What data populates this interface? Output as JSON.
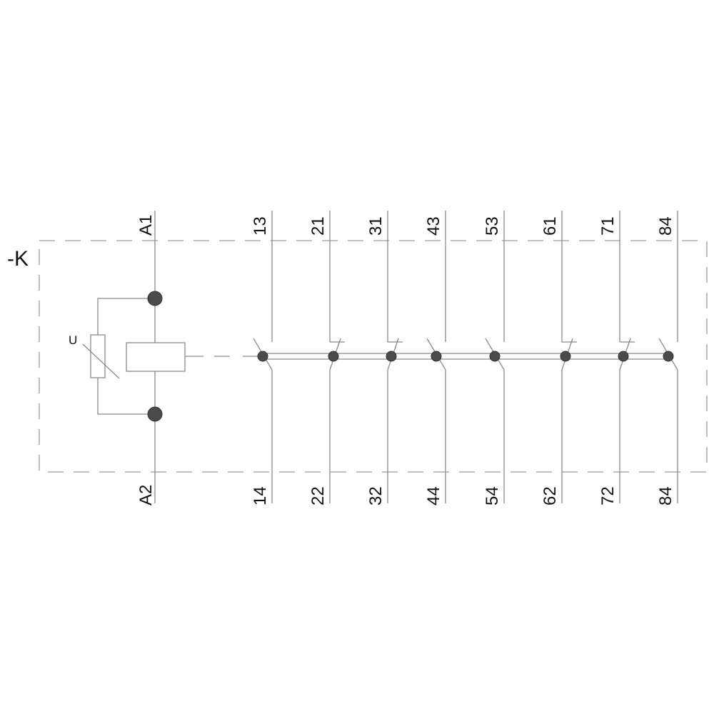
{
  "device_label": "-K",
  "coil": {
    "top_terminal": "A1",
    "bottom_terminal": "A2",
    "varistor_label": "U"
  },
  "contacts": [
    {
      "top": "13",
      "bottom": "14",
      "type": "NO"
    },
    {
      "top": "21",
      "bottom": "22",
      "type": "NC"
    },
    {
      "top": "31",
      "bottom": "32",
      "type": "NC"
    },
    {
      "top": "43",
      "bottom": "44",
      "type": "NO"
    },
    {
      "top": "53",
      "bottom": "54",
      "type": "NO"
    },
    {
      "top": "61",
      "bottom": "62",
      "type": "NC"
    },
    {
      "top": "71",
      "bottom": "72",
      "type": "NC"
    },
    {
      "top": "84",
      "bottom": "84",
      "type": "NO"
    }
  ],
  "colors": {
    "line": "#8a8a8a",
    "dot": "#4a4a4a"
  }
}
